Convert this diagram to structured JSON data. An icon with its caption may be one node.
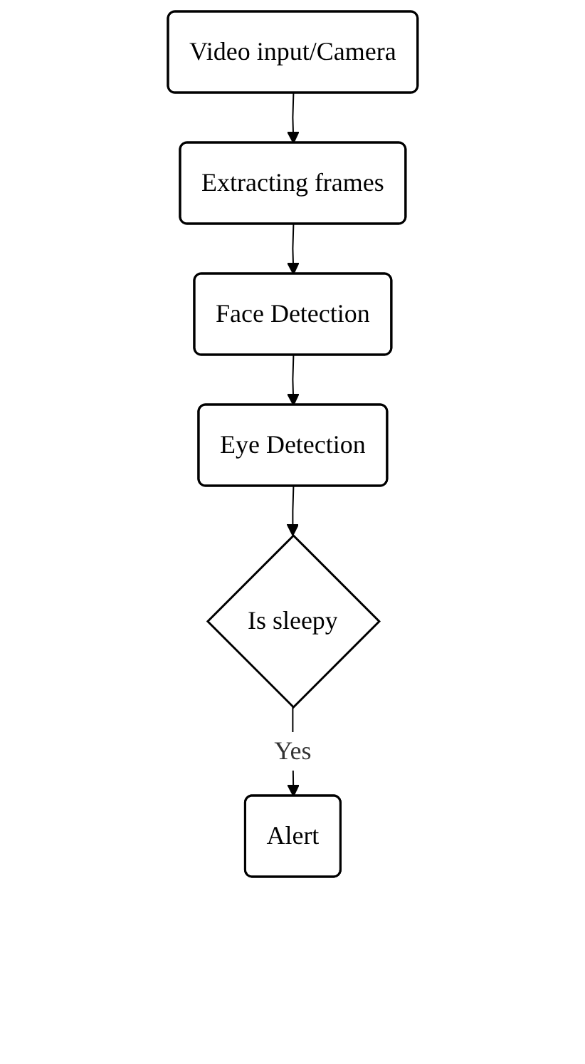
{
  "diagram": {
    "nodes": [
      {
        "text": [
          "Video input/Camera"
        ]
      },
      {
        "text": [
          "Extracting frames"
        ]
      },
      {
        "text": [
          "Face Detection"
        ]
      },
      {
        "text": [
          "Eye Detection"
        ]
      },
      {
        "text": [
          "Is sleepy"
        ]
      },
      {
        "text": [
          "Alert"
        ]
      }
    ],
    "edges": [
      {
        "from": 0,
        "to": 1,
        "arrow": "to"
      },
      {
        "from": 1,
        "to": 2,
        "arrow": "to"
      },
      {
        "from": 2,
        "to": 3,
        "arrow": "to"
      },
      {
        "from": 3,
        "to": 4,
        "arrow": "to"
      },
      {
        "from": 4,
        "to": 5,
        "arrow": "to",
        "label": "Yes"
      }
    ]
  }
}
